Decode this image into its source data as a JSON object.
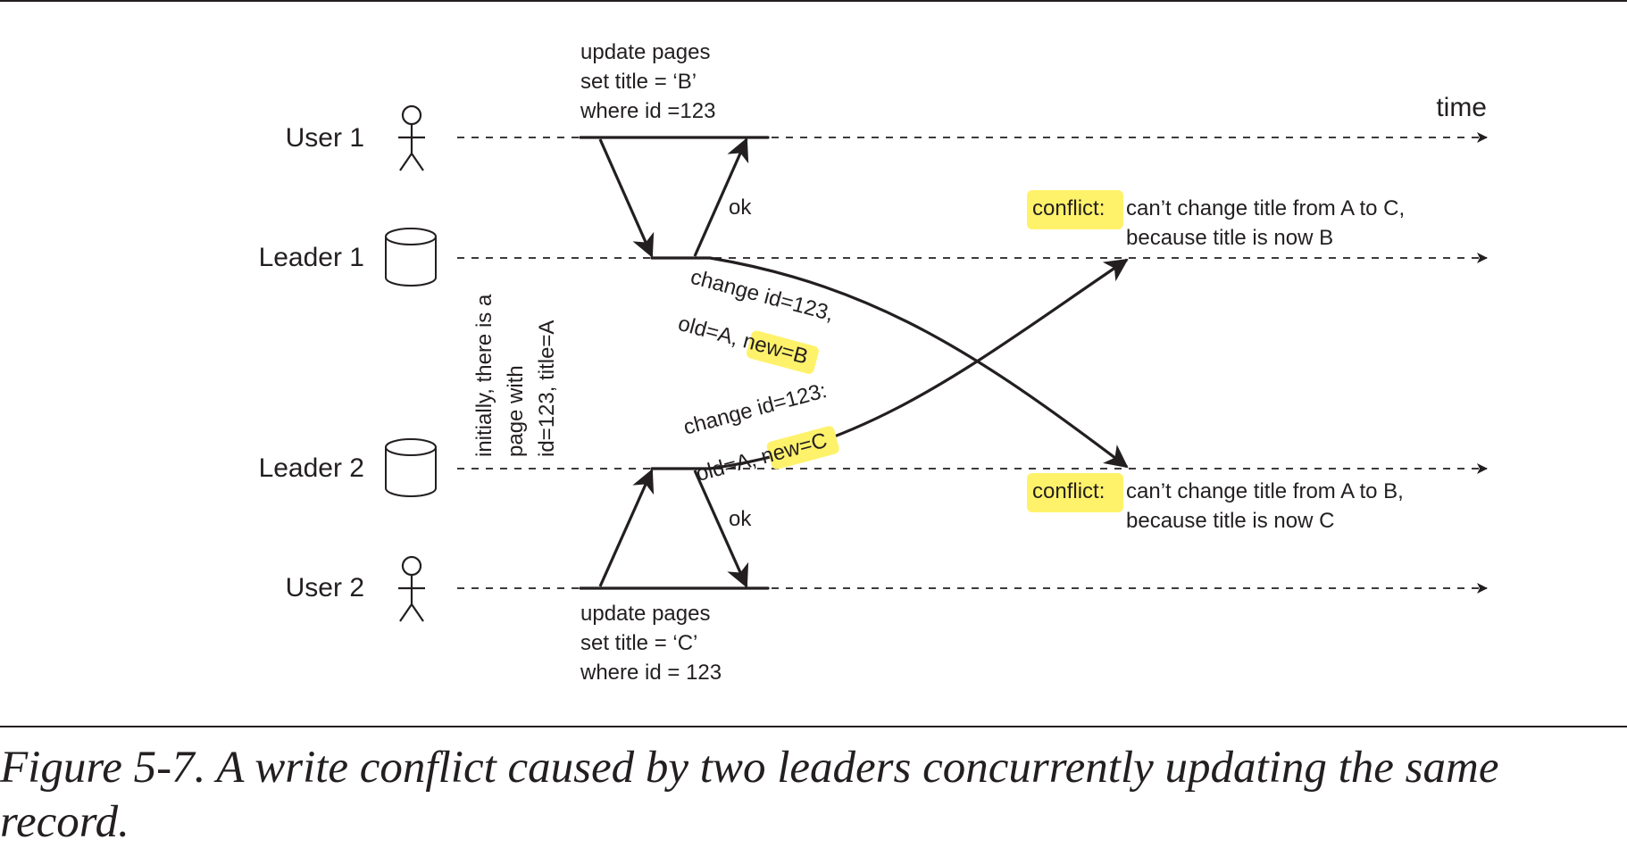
{
  "actors": {
    "user1": "User 1",
    "leader1": "Leader 1",
    "leader2": "Leader 2",
    "user2": "User 2"
  },
  "time_label": "time",
  "initial_note": [
    "initially, there is a",
    "page with",
    "id=123, title=A"
  ],
  "user1_request": [
    "update pages",
    "set title = ‘B’",
    "where id =123"
  ],
  "user2_request": [
    "update pages",
    "set title = ‘C’",
    "where id = 123"
  ],
  "ok_label": "ok",
  "ok_label_2": "ok",
  "change_l1": {
    "line1": "change id=123,",
    "line2_prefix": "old=A, ",
    "line2_highlight": "new=B"
  },
  "change_l2": {
    "line1": "change id=123:",
    "line2_prefix": "old=A, ",
    "line2_highlight": "new=C"
  },
  "conflict_1": {
    "tag": "conflict:",
    "line1": "can’t change title from A to C,",
    "line2": "because title is now B"
  },
  "conflict_2": {
    "tag": "conflict:",
    "line1": "can’t change title from A to B,",
    "line2": "because title is now C"
  },
  "caption": "Figure 5-7. A write conflict caused by two leaders concurrently updating the same record.",
  "colors": {
    "ink": "#231f20",
    "highlight": "#fff26b",
    "rule": "#231f20"
  }
}
